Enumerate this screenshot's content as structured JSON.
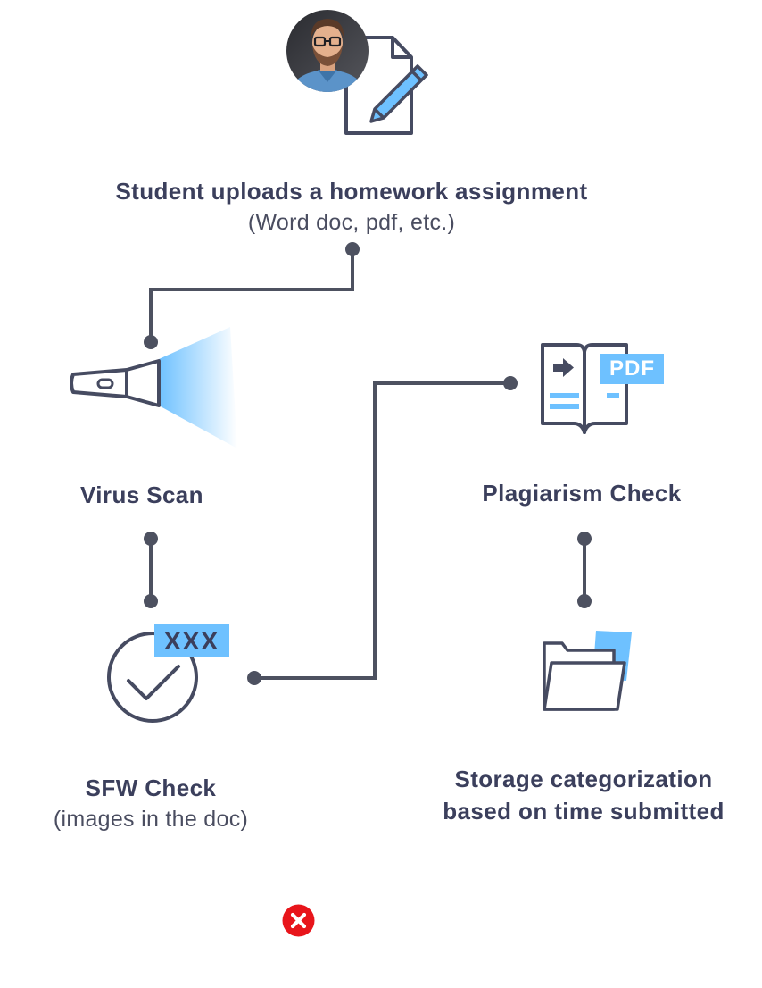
{
  "steps": {
    "upload": {
      "title": "Student uploads a homework assignment",
      "subtitle": "(Word doc, pdf, etc.)",
      "icon": "student-document-edit-icon"
    },
    "virus_scan": {
      "title": "Virus Scan",
      "icon": "flashlight-icon"
    },
    "plagiarism": {
      "title": "Plagiarism Check",
      "icon": "book-pdf-icon",
      "badge": "PDF"
    },
    "sfw": {
      "title": "SFW Check",
      "subtitle": "(images in the doc)",
      "icon": "check-circle-icon",
      "badge": "XXX"
    },
    "storage": {
      "title_line1": "Storage categorization",
      "title_line2": "based on time submitted",
      "icon": "folder-icon"
    }
  },
  "status_icon": "error-x-icon",
  "colors": {
    "text": "#3b3f5c",
    "line": "#4d5160",
    "accent": "#6ec1ff",
    "icon_stroke": "#464b61",
    "error": "#e8151b"
  }
}
